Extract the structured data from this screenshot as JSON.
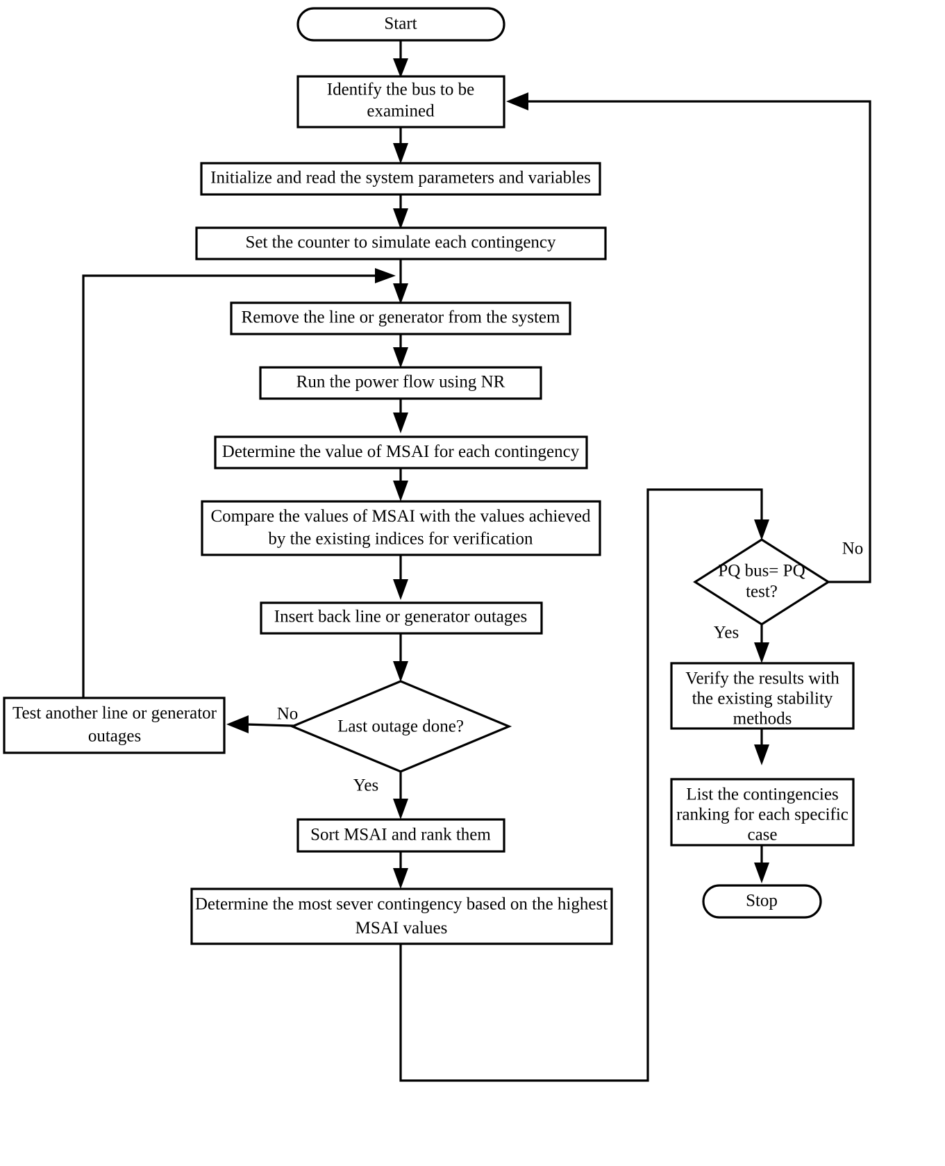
{
  "diagram": {
    "title": "Contingency ranking flowchart using MSAI",
    "colors": {
      "stroke": "#000000",
      "fill": "#ffffff",
      "text": "#000000"
    },
    "nodes": {
      "start": {
        "label": "Start",
        "shape": "terminator"
      },
      "identify_bus": {
        "line1": "Identify the bus to be",
        "line2": "examined",
        "shape": "process"
      },
      "initialize": {
        "label": "Initialize and read the system parameters and variables",
        "shape": "process"
      },
      "set_counter": {
        "label": "Set the counter to simulate each contingency",
        "shape": "process"
      },
      "remove_line": {
        "label": "Remove the line or generator from the system",
        "shape": "process"
      },
      "run_power_flow": {
        "label": "Run the power flow using NR",
        "shape": "process"
      },
      "determine_msai": {
        "pre": "Determine the value of ",
        "em": "MSAI",
        "post": " for each contingency",
        "shape": "process"
      },
      "compare_msai": {
        "line1_pre": "Compare the values of ",
        "line1_em": "MSAI",
        "line1_post": " with the values achieved",
        "line2": "by the existing indices for verification",
        "shape": "process"
      },
      "insert_back": {
        "label": "Insert back line or generator outages",
        "shape": "process"
      },
      "last_outage": {
        "line1": "Last outage done?",
        "shape": "decision"
      },
      "test_another": {
        "line1": "Test another line or generator",
        "line2": "outages",
        "shape": "process"
      },
      "sort_msai": {
        "label": "Sort MSAI and rank them",
        "shape": "process"
      },
      "determine_severe": {
        "line1": "Determine the most sever contingency based on the highest",
        "line2_em": "MSAI",
        "line2_post": " values",
        "shape": "process"
      },
      "pq_bus": {
        "line1": "PQ bus= PQ",
        "line2": "test?",
        "shape": "decision"
      },
      "verify_results": {
        "line1": "Verify the results with",
        "line2": "the existing stability",
        "line3": "methods",
        "shape": "process"
      },
      "list_contingencies": {
        "line1": "List the contingencies",
        "line2": "ranking for each specific",
        "line3": "case",
        "shape": "process"
      },
      "stop": {
        "label": "Stop",
        "shape": "terminator"
      }
    },
    "edge_labels": {
      "last_outage_no": "No",
      "last_outage_yes": "Yes",
      "pq_bus_no": "No",
      "pq_bus_yes": "Yes"
    }
  }
}
